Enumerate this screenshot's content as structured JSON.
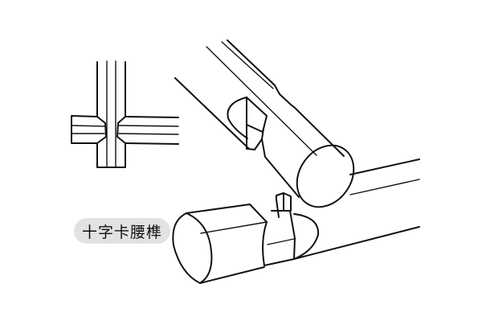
{
  "diagram": {
    "title": "十字卡腰榫",
    "parts": [
      {
        "name": "plan-view",
        "description": "cross-shaped top view of joint"
      },
      {
        "name": "upper-member",
        "description": "round rod with half-lap notch (卡腰)"
      },
      {
        "name": "lower-member",
        "description": "round rod with matching notch"
      }
    ],
    "colors": {
      "line": "#111111",
      "label_bg": "#e2e2e2",
      "background": "#ffffff"
    }
  }
}
